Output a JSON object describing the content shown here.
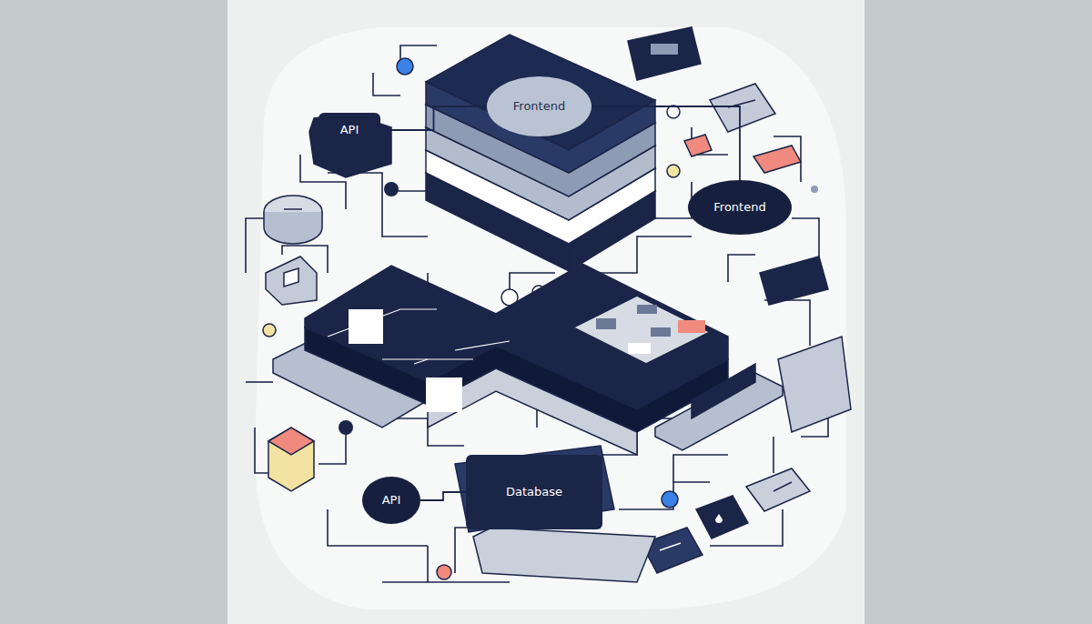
{
  "diagram": {
    "nodes": [
      {
        "text": [
          "Frontend"
        ]
      },
      {
        "text": [
          "API"
        ]
      },
      {
        "text": [
          "Frontend"
        ]
      },
      {
        "text": [
          "API"
        ]
      },
      {
        "text": [
          "Database"
        ]
      }
    ],
    "edges": [
      {
        "from": 1,
        "to": 0,
        "arrow": "none"
      },
      {
        "from": 0,
        "to": 2,
        "arrow": "none"
      },
      {
        "from": 3,
        "to": 4,
        "arrow": "none"
      }
    ]
  }
}
